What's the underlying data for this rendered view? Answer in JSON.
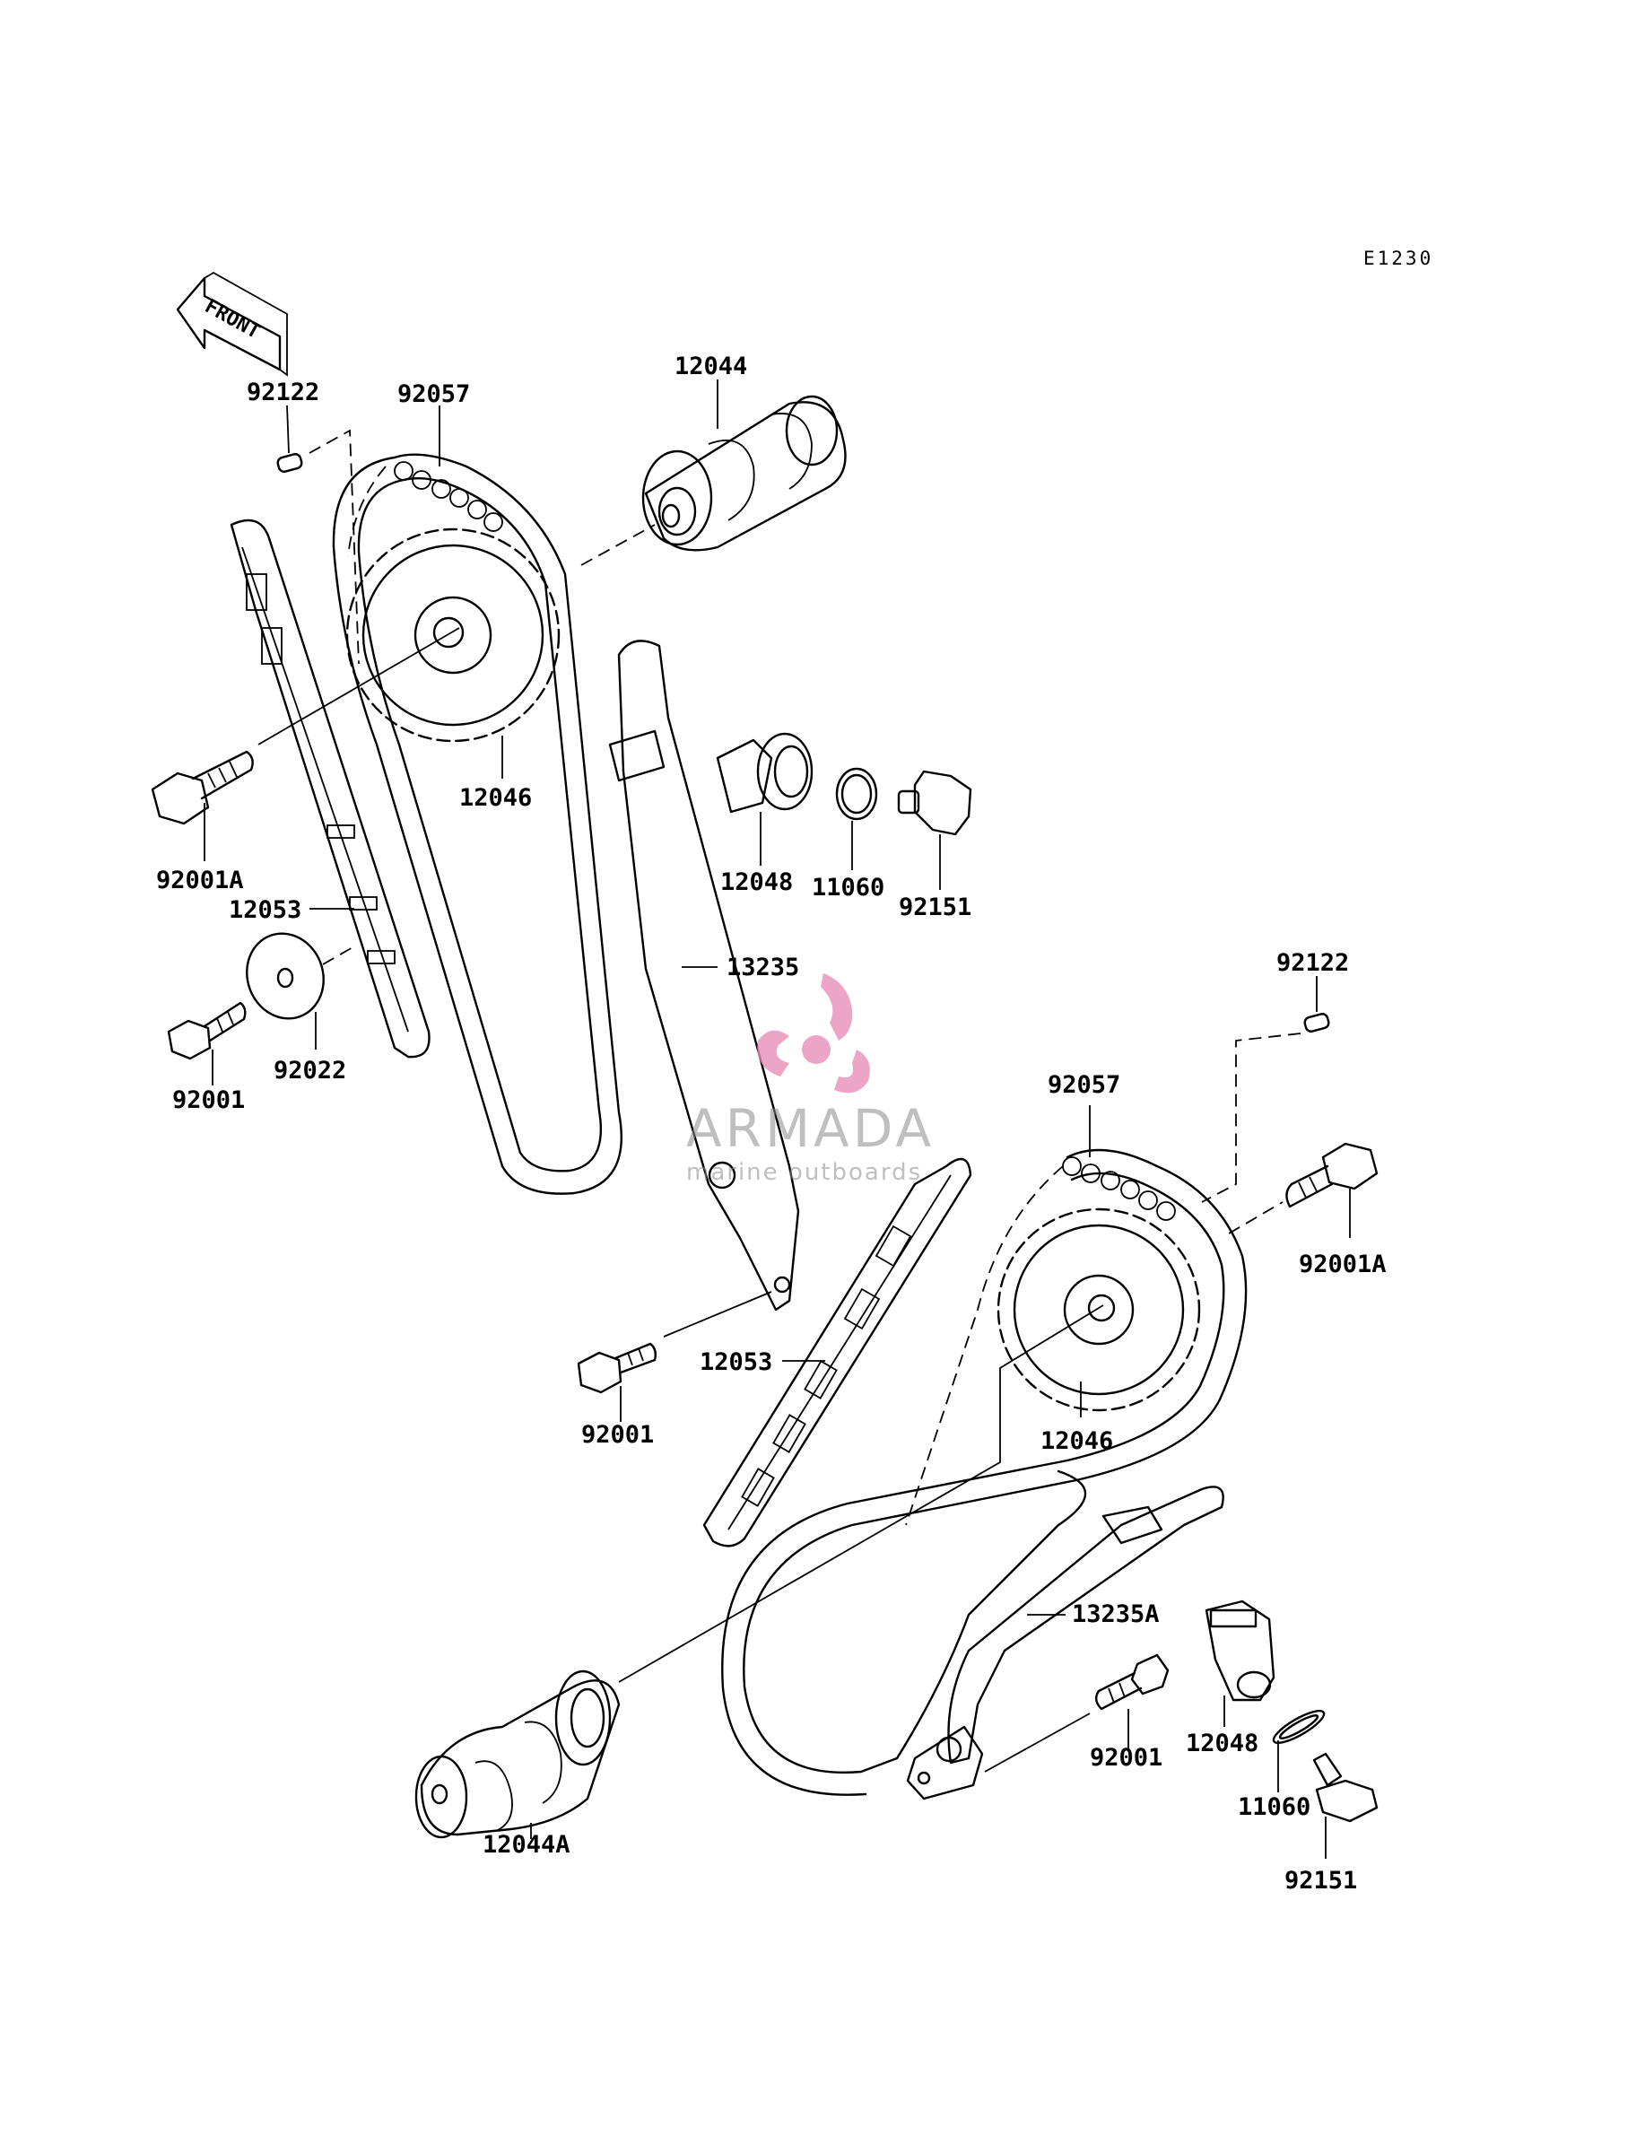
{
  "diagram_code": "E1230",
  "front_label": "FRONT",
  "watermark": {
    "brand": "ARMADA",
    "tagline": "marine outboards",
    "colors": {
      "logo": "#e88fb8",
      "text": "#8c8c8c"
    }
  },
  "part_labels": [
    "92122",
    "92057",
    "12044",
    "12046",
    "92001A",
    "12053",
    "92022",
    "92001",
    "12048",
    "11060",
    "92151",
    "13235",
    "92122",
    "92057",
    "92001A",
    "92001",
    "12053",
    "12046",
    "13235A",
    "12048",
    "92001",
    "11060",
    "92151",
    "12044A"
  ]
}
